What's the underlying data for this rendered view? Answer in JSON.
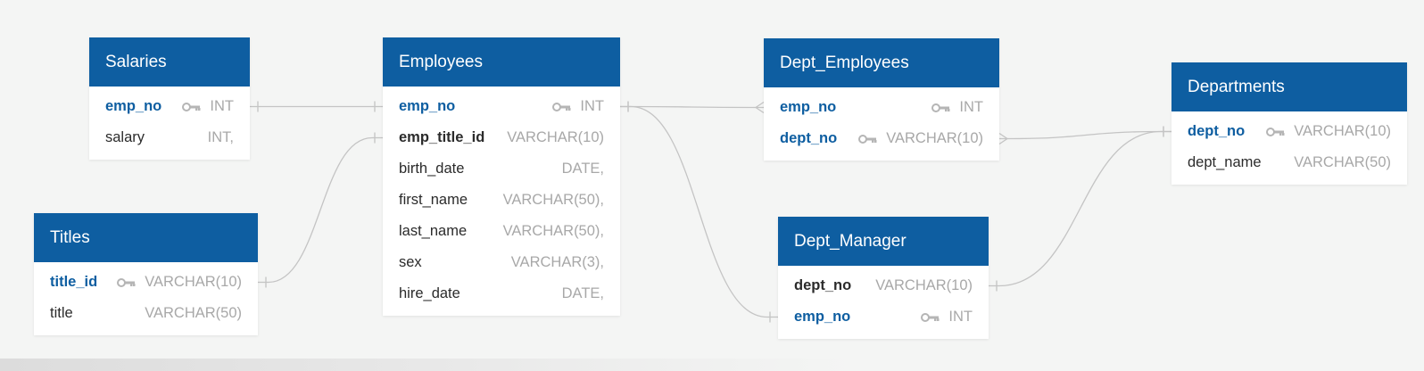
{
  "colors": {
    "header": "#0e5ea1",
    "background": "#f4f5f4",
    "key_column": "#0e5ea1",
    "type_text": "#a8a8a8",
    "connector": "#c4c4c4"
  },
  "tables": {
    "salaries": {
      "title": "Salaries",
      "columns": [
        {
          "name": "emp_no",
          "type": "INT",
          "key_icon": true
        },
        {
          "name": "salary",
          "type": "INT,",
          "key_icon": false
        }
      ]
    },
    "titles": {
      "title": "Titles",
      "columns": [
        {
          "name": "title_id",
          "type": "VARCHAR(10)",
          "key_icon": true
        },
        {
          "name": "title",
          "type": "VARCHAR(50)",
          "key_icon": false
        }
      ]
    },
    "employees": {
      "title": "Employees",
      "columns": [
        {
          "name": "emp_no",
          "type": "INT",
          "key_icon": true
        },
        {
          "name": "emp_title_id",
          "type": "VARCHAR(10)",
          "key_icon": false
        },
        {
          "name": "birth_date",
          "type": "DATE,",
          "key_icon": false
        },
        {
          "name": "first_name",
          "type": "VARCHAR(50),",
          "key_icon": false
        },
        {
          "name": "last_name",
          "type": "VARCHAR(50),",
          "key_icon": false
        },
        {
          "name": "sex",
          "type": "VARCHAR(3),",
          "key_icon": false
        },
        {
          "name": "hire_date",
          "type": "DATE,",
          "key_icon": false
        }
      ]
    },
    "dept_employees": {
      "title": "Dept_Employees",
      "columns": [
        {
          "name": "emp_no",
          "type": "INT",
          "key_icon": true
        },
        {
          "name": "dept_no",
          "type": "VARCHAR(10)",
          "key_icon": true
        }
      ]
    },
    "dept_manager": {
      "title": "Dept_Manager",
      "columns": [
        {
          "name": "dept_no",
          "type": "VARCHAR(10)",
          "key_icon": false
        },
        {
          "name": "emp_no",
          "type": "INT",
          "key_icon": true
        }
      ]
    },
    "departments": {
      "title": "Departments",
      "columns": [
        {
          "name": "dept_no",
          "type": "VARCHAR(10)",
          "key_icon": true
        },
        {
          "name": "dept_name",
          "type": "VARCHAR(50)",
          "key_icon": false
        }
      ]
    }
  },
  "relationships": [
    {
      "from": "salaries.emp_no",
      "to": "employees.emp_no",
      "from_end": "one",
      "to_end": "one"
    },
    {
      "from": "titles.title_id",
      "to": "employees.emp_title_id",
      "from_end": "one",
      "to_end": "one"
    },
    {
      "from": "employees.emp_no",
      "to": "dept_employees.emp_no",
      "from_end": "one",
      "to_end": "many"
    },
    {
      "from": "employees.emp_no",
      "to": "dept_manager.emp_no",
      "from_end": "one",
      "to_end": "one"
    },
    {
      "from": "dept_employees.dept_no",
      "to": "departments.dept_no",
      "from_end": "many",
      "to_end": "one"
    },
    {
      "from": "dept_manager.dept_no",
      "to": "departments.dept_no",
      "from_end": "one",
      "to_end": "one"
    }
  ]
}
